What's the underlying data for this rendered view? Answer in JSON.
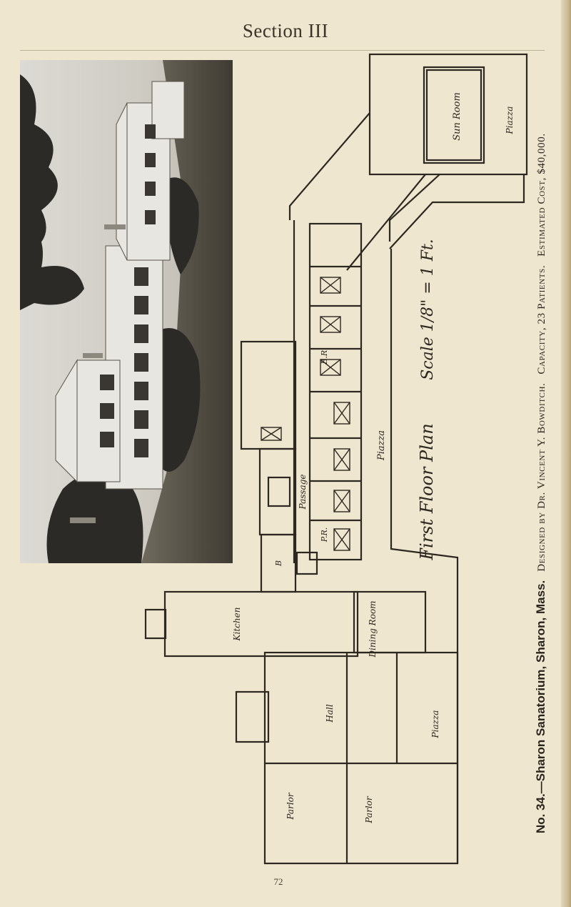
{
  "header": {
    "section": "Section III"
  },
  "caption": {
    "number_title": "No. 34.—Sharon Sanatorium, Sharon, Mass.",
    "designer": "Designed by Dr. Vincent Y. Bowditch.",
    "capacity": "Capacity, 23 Patients.",
    "cost": "Estimated Cost, $40,000."
  },
  "plan": {
    "title": "First Floor Plan",
    "scale": "Scale 1/8\" = 1 Ft.",
    "rooms": {
      "sun_room": "Sun Room",
      "piazza_top": "Piazza",
      "piazza_side": "Piazza",
      "piazza_bottom": "Piazza",
      "passage": "Passage",
      "kitchen": "Kitchen",
      "dining_room": "Dining Room",
      "hall": "Hall",
      "parlor_1": "Parlor",
      "parlor_2": "Parlor",
      "bedroom": "B.R.",
      "private_room": "P.R.",
      "bath": "B"
    }
  },
  "footer": {
    "page_number": "72"
  }
}
